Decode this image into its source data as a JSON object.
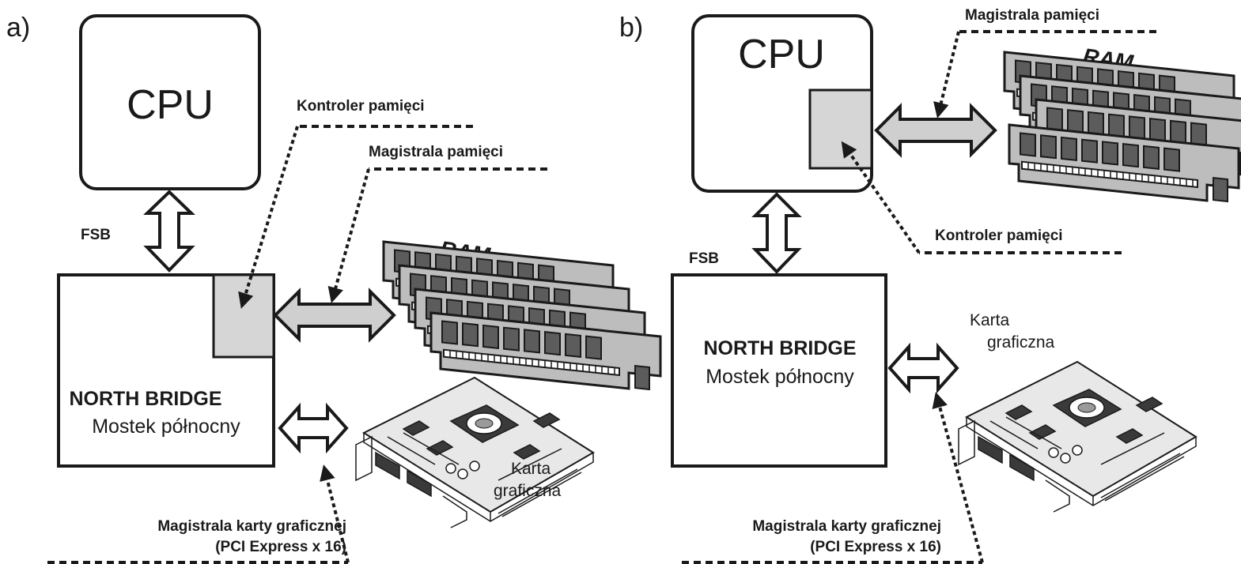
{
  "panel_a": {
    "letter": "a)",
    "cpu": "CPU",
    "fsb": "FSB",
    "memory_controller": "Kontroler pamięci",
    "memory_bus": "Magistrala pamięci",
    "ram": "RAM",
    "north_bridge_title": "NORTH BRIDGE",
    "north_bridge_subtitle": "Mostek północny",
    "graphics_card_line1": "Karta",
    "graphics_card_line2": "graficzna",
    "graphics_bus_line1": "Magistrala karty graficznej",
    "graphics_bus_line2": "(PCI Express x 16)"
  },
  "panel_b": {
    "letter": "b)",
    "cpu": "CPU",
    "fsb": "FSB",
    "memory_controller": "Kontroler pamięci",
    "memory_bus": "Magistrala pamięci",
    "ram": "RAM",
    "north_bridge_title": "NORTH BRIDGE",
    "north_bridge_subtitle": "Mostek północny",
    "graphics_card_line1": "Karta",
    "graphics_card_line2": "graficzna",
    "graphics_bus_line1": "Magistrala karty graficznej",
    "graphics_bus_line2": "(PCI Express x 16)"
  },
  "colors": {
    "stroke": "#1a1a1a",
    "controller_fill": "#d6d6d6",
    "memory_arrow_fill": "#cfcfcf",
    "ram_board": "#bdbdbd",
    "ram_chip": "#5c5c5c"
  }
}
